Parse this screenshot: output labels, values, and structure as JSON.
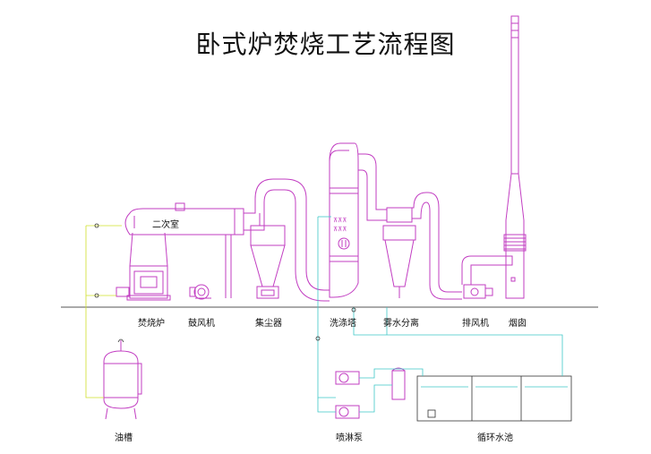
{
  "title": "卧式炉焚烧工艺流程图",
  "labels": {
    "secondary_chamber": "二次室",
    "incinerator": "焚烧炉",
    "blower": "鼓风机",
    "dust_collector": "集尘器",
    "scrubber": "洗涤塔",
    "mist_separator": "雾水分离",
    "exhaust_fan": "排风机",
    "chimney": "烟囱",
    "oil_tank": "油槽",
    "spray_pump": "喷淋泵",
    "circulation_pool": "循环水池"
  },
  "colors": {
    "equipment": "#c23ec2",
    "water_line": "#3ec8c8",
    "oil_line": "#cfe02a",
    "ground": "#555555"
  }
}
